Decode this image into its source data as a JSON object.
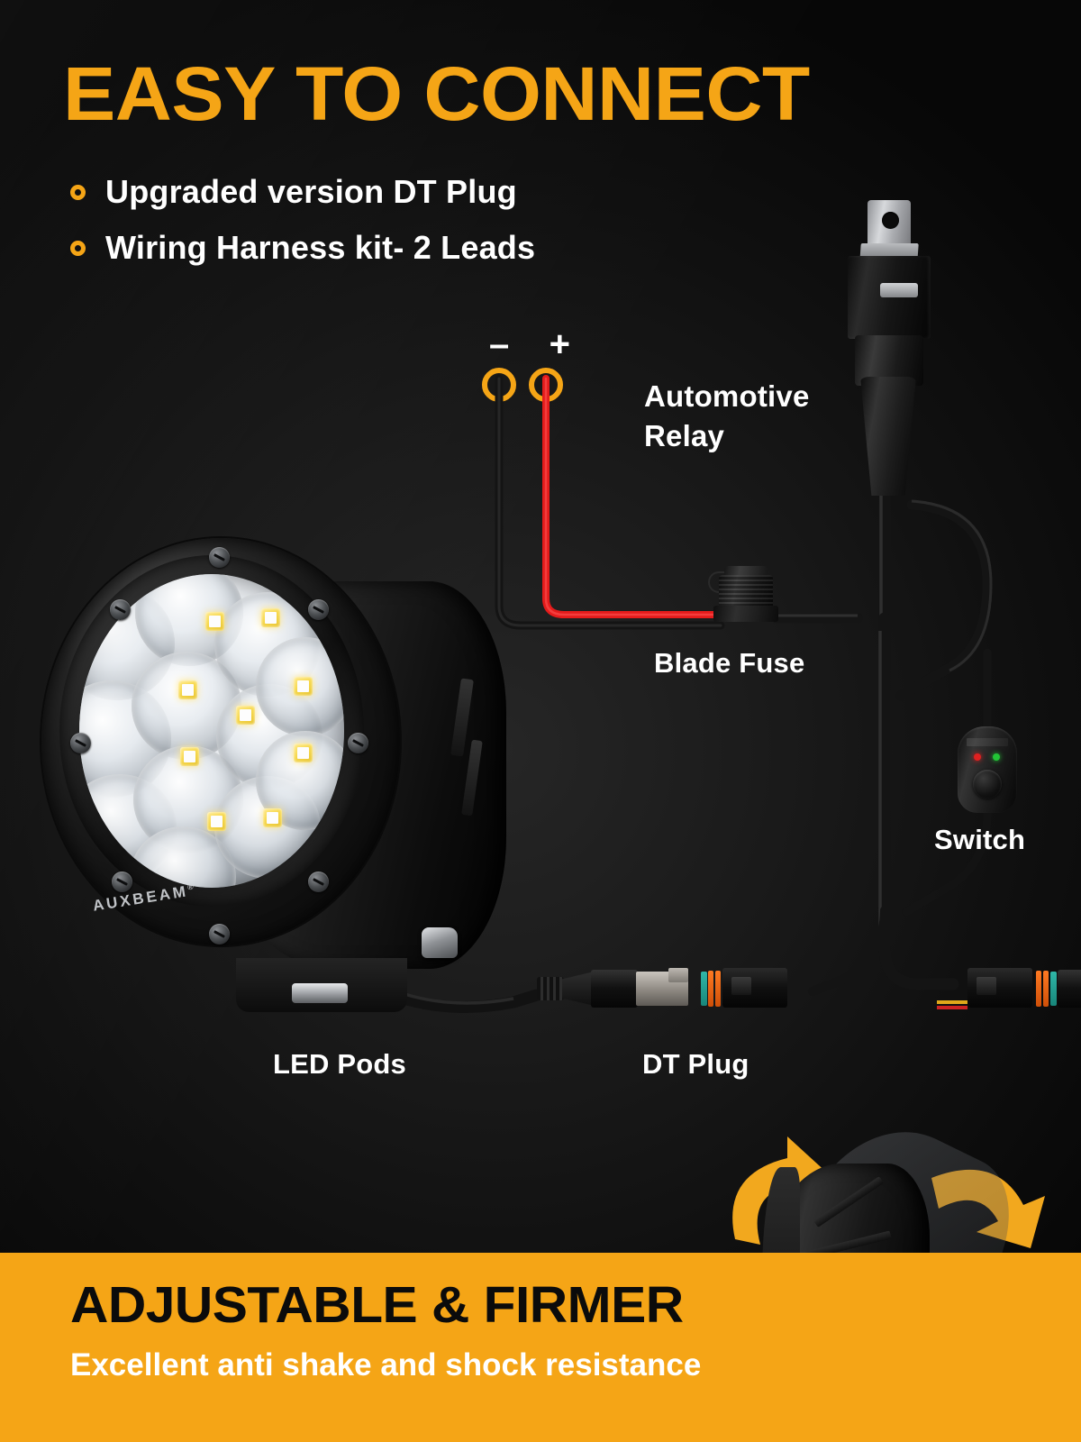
{
  "header": {
    "headline": "EASY TO CONNECT",
    "bullets": [
      {
        "text": "Upgraded version DT Plug",
        "marker": "ring-bullet-icon"
      },
      {
        "text": "Wiring Harness kit- 2 Leads",
        "marker": "ring-bullet-icon"
      }
    ]
  },
  "diagram": {
    "battery": {
      "negative_sign": "–",
      "positive_sign": "+",
      "negative_wire_color": "#111111",
      "positive_wire_color": "#e51b1b",
      "terminal_ring_color": "#F5A516"
    },
    "components": [
      {
        "id": "relay",
        "label": "Automotive Relay",
        "label_line1": "Automotive",
        "label_line2": "Relay"
      },
      {
        "id": "blade-fuse",
        "label": "Blade Fuse"
      },
      {
        "id": "switch",
        "label": "Switch",
        "indicator_red": "#e02020",
        "indicator_green": "#22c436"
      },
      {
        "id": "led-pods",
        "label": "LED Pods",
        "brand": "AUXBEAM",
        "brand_mark": "®",
        "led_count": 9
      },
      {
        "id": "dt-plug",
        "label": "DT Plug",
        "seal_teal": "#2fb7a8",
        "seal_orange": "#ff7a22"
      }
    ]
  },
  "banner": {
    "title": "ADJUSTABLE & FIRMER",
    "subtitle": "Excellent anti shake and shock resistance",
    "background": "#F5A516",
    "arrow_color": "#F2A81E"
  },
  "theme": {
    "accent": "#F5A516",
    "background": "#0a0a0a",
    "text_light": "#ffffff"
  }
}
